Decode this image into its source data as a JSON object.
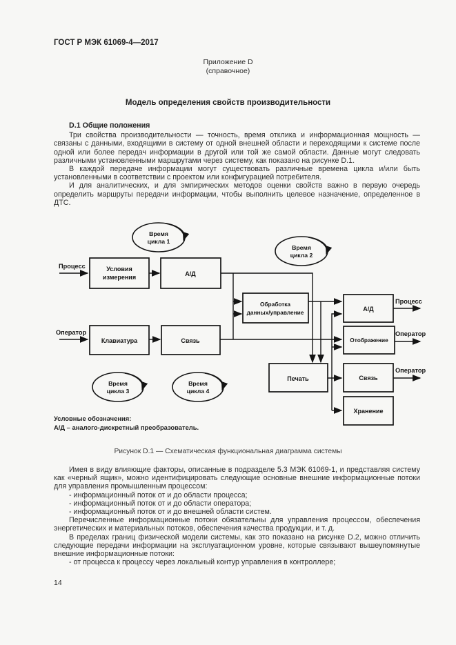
{
  "header": {
    "standard": "ГОСТ Р МЭК 61069-4—2017",
    "annex_title": "Приложение D",
    "annex_type": "(справочное)",
    "page_number": "14"
  },
  "title": "Модель определения свойств производительности",
  "section": {
    "heading": "D.1 Общие положения",
    "paragraphs": [
      "Три свойства производительности — точность, время отклика и информационная мощность — связаны с данными, входящими в систему от одной внешней области и переходящими к системе после одной или более передач информации в другой или той же самой области. Данные могут следовать различными установленными маршрутами через систему, как показано на рисунке D.1.",
      "В каждой передаче информации могут существовать различные времена цикла и/или быть установленными в соответствии с проектом или конфигурацией потребителя.",
      "И для аналитических, и для эмпирических методов оценки свойств важно в первую очередь определить маршруты передачи информации, чтобы выполнить целевое назначение, определенное в ДТС."
    ]
  },
  "diagram": {
    "ellipses": [
      {
        "line1": "Время",
        "line2": "цикла 1"
      },
      {
        "line1": "Время",
        "line2": "цикла 2"
      },
      {
        "line1": "Время",
        "line2": "цикла 3"
      },
      {
        "line1": "Время",
        "line2": "цикла 4"
      }
    ],
    "boxes": {
      "measurement": {
        "line1": "Условия",
        "line2": "измерения"
      },
      "ad_left": "А/Д",
      "keyboard": "Клавиатура",
      "link_left": "Связь",
      "processing": {
        "line1": "Обработка",
        "line2": "данных/управление"
      },
      "print": "Печать",
      "ad_right": "А/Д",
      "display": "Отображение",
      "link_right": "Связь",
      "storage": "Хранение"
    },
    "labels": {
      "process_in": "Процесс",
      "operator_in": "Оператор",
      "process_out": "Процесс",
      "operator_out_display": "Оператор",
      "operator_out_link": "Оператор"
    },
    "legend": {
      "line1": "Условные обозначения:",
      "line2": "А/Д – аналого-дискретный преобразователь."
    },
    "caption": "Рисунок D.1 — Схематическая функциональная диаграмма системы"
  },
  "body": {
    "paragraph_intro": "Имея в виду влияющие факторы, описанные в подразделе 5.3 МЭК 61069-1, и представляя систему как «черный ящик», можно идентифицировать следующие основные внешние информационные потоки для управления промышленным процессом:",
    "list1": [
      "- информационный поток от и до области процесса;",
      "- информационный поток от и до области оператора;",
      "- информационный поток от и до внешней области систем."
    ],
    "paragraph_flows": "Перечисленные информационные потоки обязательны для управления процессом, обеспечения энергетических и материальных потоков, обеспечения качества продукции, и т. д.",
    "paragraph_model": "В пределах границ физической модели системы, как это показано на рисунке D.2, можно отличить следующие передачи информации на эксплуатационном уровне, которые связывают вышеупомянутые внешние информационные потоки:",
    "list2": [
      "- от процесса к процессу через локальный контур управления в контроллере;"
    ]
  },
  "colors": {
    "page_bg": "#f7f7f5",
    "text": "#2b2b2b",
    "line": "#141414"
  }
}
